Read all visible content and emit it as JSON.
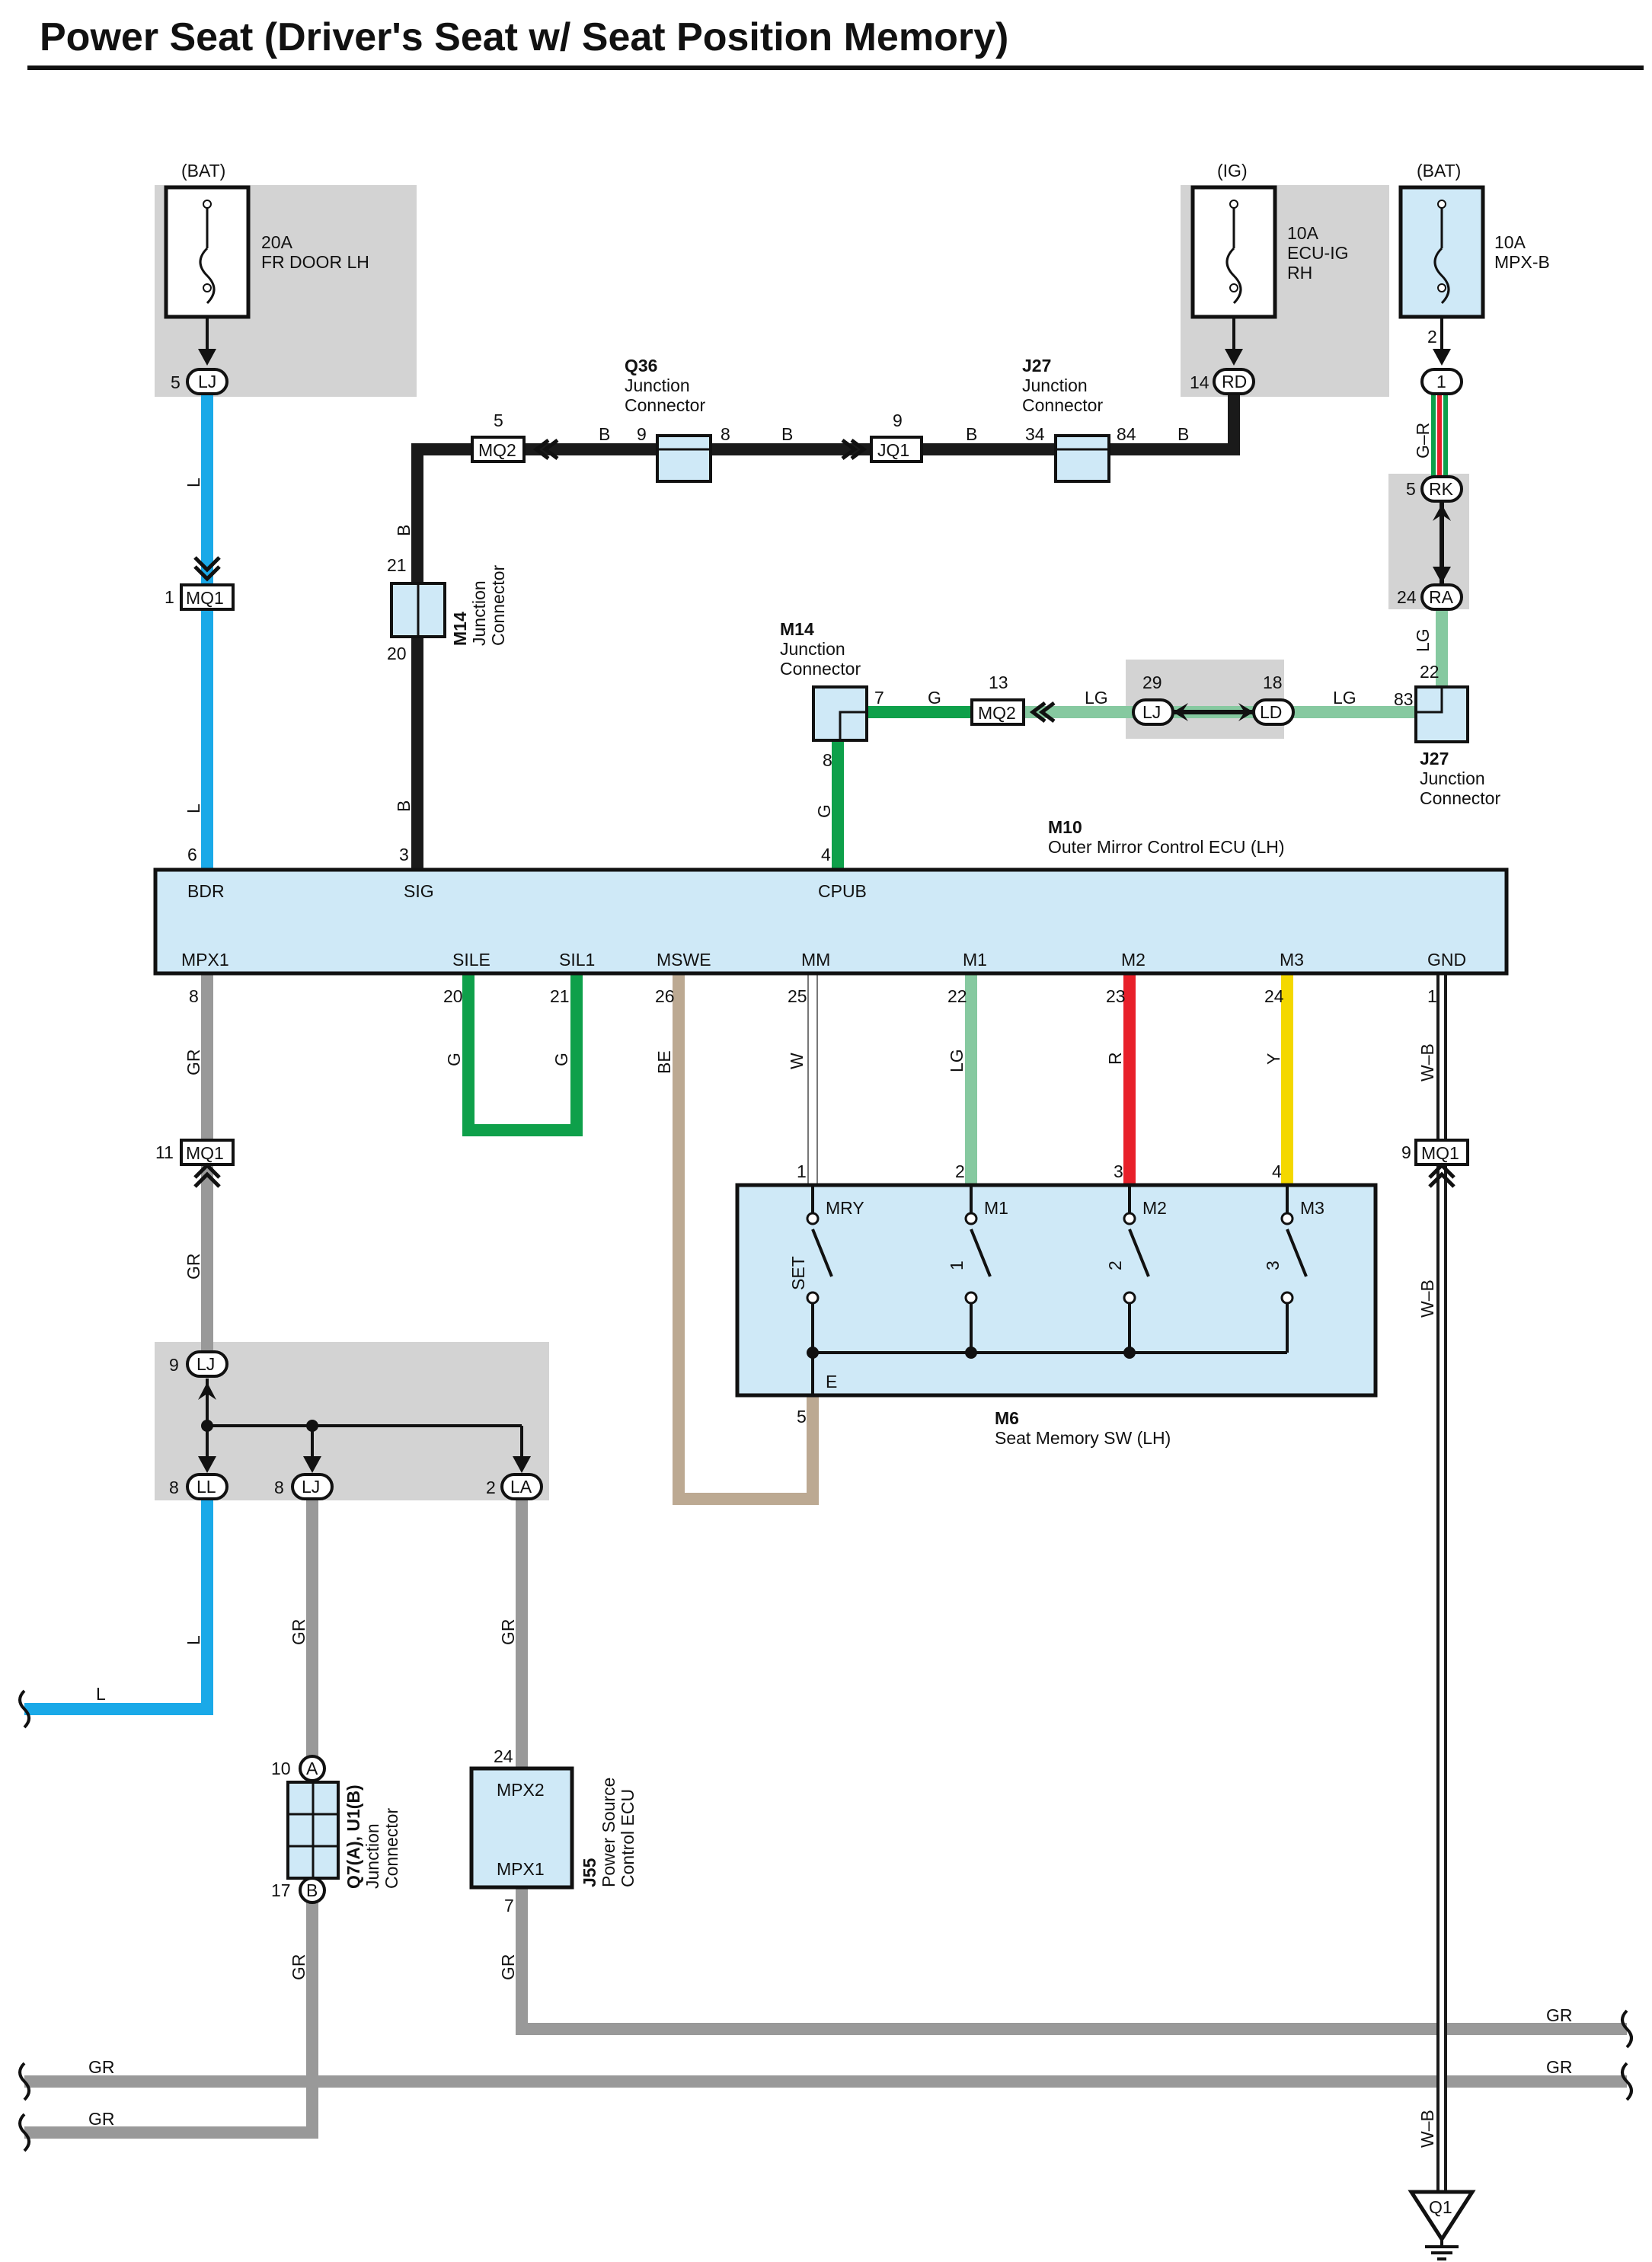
{
  "title": "Power Seat (Driver's Seat w/ Seat Position Memory)",
  "colors": {
    "L": "#1aa9e8",
    "B": "#1a1a1a",
    "G": "#0ea04a",
    "LG": "#86c9a0",
    "GR": "#999999",
    "BE": "#bca992",
    "R": "#e8202a",
    "Y": "#f4d800",
    "W": "#ffffff",
    "component_fill": "#cfe9f7",
    "shade": "#d3d3d3"
  },
  "fuses": [
    {
      "source": "(BAT)",
      "rating": "20A",
      "name_line1": "FR DOOR LH",
      "name_line2": "",
      "name_line3": "",
      "pin": "5",
      "conn": "LJ"
    },
    {
      "source": "(IG)",
      "rating": "10A",
      "name_line1": "ECU-IG",
      "name_line2": "RH",
      "name_line3": "",
      "pin": "14",
      "conn": "RD"
    },
    {
      "source": "(BAT)",
      "rating": "10A",
      "name_line1": "MPX-B",
      "name_line2": "",
      "name_line3": "",
      "pin": "2",
      "conn": "1"
    }
  ],
  "junctions": {
    "q36": {
      "id": "Q36",
      "line1": "Junction",
      "line2": "Connector",
      "pin_in": "9",
      "pin_out": "8"
    },
    "j27_top": {
      "id": "J27",
      "line1": "Junction",
      "line2": "Connector",
      "pin_in": "34",
      "pin_out": "84"
    },
    "m14_left": {
      "id": "M14",
      "line1": "Junction",
      "line2": "Connector",
      "pin_top": "21",
      "pin_bottom": "20"
    },
    "m14_mid": {
      "id": "M14",
      "line1": "Junction",
      "line2": "Connector",
      "pin_right": "7",
      "pin_bottom": "8"
    },
    "j27_right": {
      "id": "J27",
      "line1": "Junction",
      "line2": "Connector",
      "pin_top": "22",
      "pin_left": "83"
    },
    "q7": {
      "id": "Q7(A), U1(B)",
      "line1": "Junction",
      "line2": "Connector",
      "pin_a": "10",
      "badge_a": "A",
      "pin_b": "17",
      "badge_b": "B"
    }
  },
  "inline_connectors": {
    "mq2_top": {
      "label": "MQ2",
      "pin": "5"
    },
    "jq1": {
      "label": "JQ1",
      "pin": "9"
    },
    "mq1_left": {
      "label": "MQ1",
      "pin": "1"
    },
    "rk": {
      "label": "RK",
      "pin": "5"
    },
    "ra": {
      "label": "RA",
      "pin": "24"
    },
    "mq2_mid": {
      "label": "MQ2",
      "pin": "13"
    },
    "lj_mid": {
      "label": "LJ",
      "pin": "29"
    },
    "ld_mid": {
      "label": "LD",
      "pin": "18"
    },
    "mq1_gr": {
      "label": "MQ1",
      "pin": "11"
    },
    "mq1_wb": {
      "label": "MQ1",
      "pin": "9"
    },
    "lj_split": {
      "label": "LJ",
      "pin": "9"
    },
    "ll_out": {
      "label": "LL",
      "pin": "8"
    },
    "lj_out": {
      "label": "LJ",
      "pin": "8"
    },
    "la_out": {
      "label": "LA",
      "pin": "2"
    }
  },
  "wire_labels": {
    "b": "B",
    "l": "L",
    "g": "G",
    "lg": "LG",
    "gr": "GR",
    "g_r": "G–R",
    "be": "BE",
    "w": "W",
    "r": "R",
    "y": "Y",
    "w_b": "W–B"
  },
  "ecu": {
    "id": "M10",
    "name": "Outer Mirror Control ECU (LH)",
    "top_pins": [
      {
        "label": "BDR",
        "num": "6"
      },
      {
        "label": "SIG",
        "num": "3"
      },
      {
        "label": "CPUB",
        "num": "4"
      }
    ],
    "bottom_pins": [
      {
        "label": "MPX1",
        "num": "8"
      },
      {
        "label": "SILE",
        "num": "20"
      },
      {
        "label": "SIL1",
        "num": "21"
      },
      {
        "label": "MSWE",
        "num": "26"
      },
      {
        "label": "MM",
        "num": "25"
      },
      {
        "label": "M1",
        "num": "22"
      },
      {
        "label": "M2",
        "num": "23"
      },
      {
        "label": "M3",
        "num": "24"
      },
      {
        "label": "GND",
        "num": "1"
      }
    ]
  },
  "seat_memory": {
    "id": "M6",
    "name": "Seat Memory SW (LH)",
    "pins": [
      {
        "num": "1",
        "label": "MRY",
        "switch": "SET"
      },
      {
        "num": "2",
        "label": "M1",
        "switch": "1"
      },
      {
        "num": "3",
        "label": "M2",
        "switch": "2"
      },
      {
        "num": "4",
        "label": "M3",
        "switch": "3"
      }
    ],
    "ground_label": "E",
    "ground_pin": "5"
  },
  "power_source_ecu": {
    "id": "J55",
    "line1": "Power Source",
    "line2": "Control ECU",
    "pin_top": "24",
    "label_top": "MPX2",
    "label_bottom": "MPX1",
    "pin_bottom": "7"
  },
  "ground": {
    "label": "Q1"
  }
}
